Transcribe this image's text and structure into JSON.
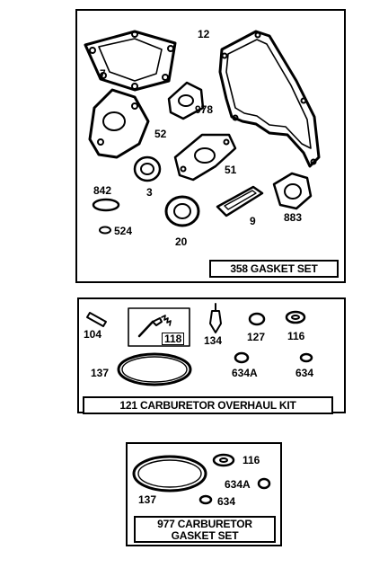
{
  "panels": {
    "gasket_set": {
      "title": "358 GASKET SET",
      "callouts": {
        "p7": "7",
        "p12": "12",
        "p978": "978",
        "p52": "52",
        "p51": "51",
        "p842": "842",
        "p3": "3",
        "p9": "9",
        "p883": "883",
        "p524": "524",
        "p20": "20"
      }
    },
    "overhaul_kit": {
      "title": "121 CARBURETOR OVERHAUL KIT",
      "callouts": {
        "p104": "104",
        "p118": "118",
        "p134": "134",
        "p127": "127",
        "p116": "116",
        "p137": "137",
        "p634a": "634A",
        "p634": "634"
      }
    },
    "carb_gasket_set": {
      "title_line1": "977 CARBURETOR",
      "title_line2": "GASKET SET",
      "callouts": {
        "p116": "116",
        "p634a": "634A",
        "p137": "137",
        "p634": "634"
      }
    }
  }
}
